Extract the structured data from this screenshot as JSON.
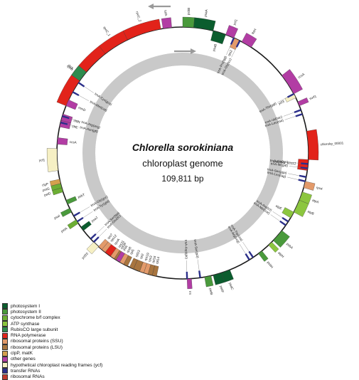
{
  "title": {
    "species": "Chlorella sorokiniana",
    "genome": "chloroplast genome",
    "size": "109,811 bp"
  },
  "colors": {
    "photosystem_I": "#0b5d2e",
    "photosystem_II": "#4a9a3c",
    "cytochrome_bf": "#6cae34",
    "atp_synthase": "#8cc63f",
    "rubisco": "#2e8b4e",
    "rna_polymerase": "#e2231a",
    "ribosomal_ssu": "#e39a6a",
    "ribosomal_lsu": "#a8753f",
    "clpP_matK": "#d4a04e",
    "other_genes": "#b23da4",
    "ycf": "#f6f0c4",
    "trna": "#2b2f8a",
    "rrna": "#c0392b"
  },
  "legend": [
    {
      "label": "photosystem I",
      "color": "#0b5d2e"
    },
    {
      "label": "photosystem II",
      "color": "#4a9a3c"
    },
    {
      "label": "cytochrome b/f complex",
      "color": "#6cae34"
    },
    {
      "label": "ATP synthase",
      "color": "#8cc63f"
    },
    {
      "label": "RubisCO large subunit",
      "color": "#2e8b4e"
    },
    {
      "label": "RNA polymerase",
      "color": "#e2231a"
    },
    {
      "label": "ribosomal proteins (SSU)",
      "color": "#e39a6a"
    },
    {
      "label": "ribosomal proteins (LSU)",
      "color": "#a8753f"
    },
    {
      "label": "clpP, matK",
      "color": "#d4a04e"
    },
    {
      "label": "other genes",
      "color": "#b23da4"
    },
    {
      "label": "hypothetical chloroplast reading frames (ycf)",
      "color": "#f6f0c4"
    },
    {
      "label": "transfer RNAs",
      "color": "#2b2f8a"
    },
    {
      "label": "ribosomal RNAs",
      "color": "#c0392b"
    }
  ],
  "genes": [
    {
      "name": "rpoB",
      "cat": "rna_polymerase",
      "start": 292,
      "end": 322,
      "side": "out"
    },
    {
      "name": "rpoC_1",
      "cat": "rna_polymerase",
      "start": 322,
      "end": 334,
      "side": "out"
    },
    {
      "name": "rpoC_2",
      "cat": "rna_polymerase",
      "start": 334,
      "end": 350,
      "side": "out"
    },
    {
      "name": "tufA",
      "cat": "other_genes",
      "start": 351,
      "end": 355,
      "side": "out"
    },
    {
      "name": "psbB",
      "cat": "photosystem_II",
      "start": 0,
      "end": 5,
      "side": "out"
    },
    {
      "name": "psaA",
      "cat": "photosystem_I",
      "start": 5,
      "end": 14,
      "side": "out"
    },
    {
      "name": "psaB",
      "cat": "photosystem_I",
      "start": 14,
      "end": 20,
      "side": "in"
    },
    {
      "name": "ycf1",
      "cat": "other_genes",
      "start": 20,
      "end": 24,
      "side": "out"
    },
    {
      "name": "rps2",
      "cat": "ribosomal_ssu",
      "start": 24,
      "end": 27,
      "side": "in"
    },
    {
      "name": "ftsH",
      "cat": "other_genes",
      "start": 28,
      "end": 33,
      "side": "out"
    },
    {
      "name": "ccsA",
      "cat": "other_genes",
      "start": 52,
      "end": 62,
      "side": "out"
    },
    {
      "name": "ycf3",
      "cat": "ycf",
      "start": 62,
      "end": 64,
      "side": "in"
    },
    {
      "name": "sorf1",
      "cat": "other_genes",
      "start": 66,
      "end": 68,
      "side": "out"
    },
    {
      "name": "chlorokp_00001",
      "cat": "rna_polymerase",
      "start": 80,
      "end": 93,
      "side": "out"
    },
    {
      "name": "chlorokp_00112",
      "cat": "rna_polymerase",
      "start": 93,
      "end": 98,
      "side": "in"
    },
    {
      "name": "rps4",
      "cat": "ribosomal_ssu",
      "start": 103,
      "end": 106,
      "side": "out"
    },
    {
      "name": "atpA",
      "cat": "atp_synthase",
      "start": 108,
      "end": 112,
      "side": "out"
    },
    {
      "name": "atpB",
      "cat": "atp_synthase",
      "start": 112,
      "end": 118,
      "side": "out"
    },
    {
      "name": "atpE",
      "cat": "atp_synthase",
      "start": 118,
      "end": 121,
      "side": "in"
    },
    {
      "name": "psbA",
      "cat": "photosystem_II",
      "start": 128,
      "end": 134,
      "side": "out"
    },
    {
      "name": "atpH",
      "cat": "atp_synthase",
      "start": 135,
      "end": 137,
      "side": "out"
    },
    {
      "name": "psbH",
      "cat": "photosystem_II",
      "start": 141,
      "end": 143,
      "side": "out"
    },
    {
      "name": "psaC",
      "cat": "photosystem_I",
      "start": 158,
      "end": 162,
      "side": "out"
    },
    {
      "name": "psbF",
      "cat": "photosystem_I",
      "start": 162,
      "end": 166,
      "side": "out"
    },
    {
      "name": "petB",
      "cat": "photosystem_II",
      "start": 167,
      "end": 170,
      "side": "out"
    },
    {
      "name": "rrs",
      "cat": "other_genes",
      "start": 176,
      "end": 178,
      "side": "out"
    },
    {
      "name": "rpl14",
      "cat": "ribosomal_lsu",
      "start": 192,
      "end": 194,
      "side": "in"
    },
    {
      "name": "rpl16",
      "cat": "ribosomal_lsu",
      "start": 194,
      "end": 196,
      "side": "in"
    },
    {
      "name": "rps3",
      "cat": "ribosomal_ssu",
      "start": 196,
      "end": 198,
      "side": "in"
    },
    {
      "name": "rps19",
      "cat": "ribosomal_ssu",
      "start": 198,
      "end": 200,
      "side": "in"
    },
    {
      "name": "rpl2",
      "cat": "ribosomal_lsu",
      "start": 200,
      "end": 203,
      "side": "in"
    },
    {
      "name": "rpl23",
      "cat": "ribosomal_lsu",
      "start": 203,
      "end": 205,
      "side": "in"
    },
    {
      "name": "rpl5",
      "cat": "ribosomal_lsu",
      "start": 206,
      "end": 208,
      "side": "in"
    },
    {
      "name": "rps8",
      "cat": "ribosomal_ssu",
      "start": 208,
      "end": 210,
      "side": "in"
    },
    {
      "name": "infA",
      "cat": "other_genes",
      "start": 210,
      "end": 212,
      "side": "in"
    },
    {
      "name": "rpl36",
      "cat": "ribosomal_lsu",
      "start": 212,
      "end": 213,
      "side": "in"
    },
    {
      "name": "rps11",
      "cat": "ribosomal_ssu",
      "start": 213,
      "end": 215,
      "side": "in"
    },
    {
      "name": "rpoA",
      "cat": "rna_polymerase",
      "start": 215,
      "end": 218,
      "side": "in"
    },
    {
      "name": "rps12",
      "cat": "ribosomal_ssu",
      "start": 218,
      "end": 220,
      "side": "in"
    },
    {
      "name": "rps7",
      "cat": "ribosomal_ssu",
      "start": 220,
      "end": 222,
      "side": "in"
    },
    {
      "name": "ycf20",
      "cat": "ycf",
      "start": 222,
      "end": 225,
      "side": "out"
    },
    {
      "name": "psaJ",
      "cat": "photosystem_I",
      "start": 232,
      "end": 234,
      "side": "in"
    },
    {
      "name": "petA",
      "cat": "cytochrome_bf",
      "start": 236,
      "end": 238,
      "side": "out"
    },
    {
      "name": "psaI",
      "cat": "photosystem_II",
      "start": 242,
      "end": 244,
      "side": "out"
    },
    {
      "name": "psbT",
      "cat": "photosystem_II",
      "start": 246,
      "end": 248,
      "side": "in"
    },
    {
      "name": "petD",
      "cat": "cytochrome_bf",
      "start": 252,
      "end": 254,
      "side": "out"
    },
    {
      "name": "petG",
      "cat": "cytochrome_bf",
      "start": 254,
      "end": 256,
      "side": "out"
    },
    {
      "name": "clpP",
      "cat": "clpP_matK",
      "start": 256,
      "end": 258,
      "side": "out"
    },
    {
      "name": "ycf1",
      "cat": "ycf",
      "start": 262,
      "end": 272,
      "side": "out"
    },
    {
      "name": "ccsA",
      "cat": "other_genes",
      "start": 274,
      "end": 277,
      "side": "in"
    },
    {
      "name": "chlL",
      "cat": "other_genes",
      "start": 282,
      "end": 285,
      "side": "in"
    },
    {
      "name": "chlN",
      "cat": "other_genes",
      "start": 285,
      "end": 288,
      "side": "in"
    },
    {
      "name": "minD",
      "cat": "other_genes",
      "start": 292,
      "end": 295,
      "side": "in"
    },
    {
      "name": "rbcL",
      "cat": "rubisco",
      "start": 305,
      "end": 310,
      "side": "out"
    }
  ],
  "trnas": [
    {
      "name": "trnA-Cys(gca)",
      "angle": 304
    },
    {
      "name": "trnA-Met(cat)",
      "angle": 299
    },
    {
      "name": "trnA-Arg(acg)",
      "angle": 287
    },
    {
      "name": "trnA-Asn(gtt)",
      "angle": 284
    },
    {
      "name": "trnA-Pro(tgg)",
      "angle": 24
    },
    {
      "name": "trnA-Gly(tcc)",
      "angle": 27
    },
    {
      "name": "trnA-Val(tac)",
      "angle": 70
    },
    {
      "name": "trnA-Leu(taa)",
      "angle": 72
    },
    {
      "name": "trnA-Thr(ggt)",
      "angle": 62
    },
    {
      "name": "trnA-Ala(tgc)",
      "angle": 95
    },
    {
      "name": "trnA-Ile(gat)",
      "angle": 97
    },
    {
      "name": "trnA-Ser(gga)",
      "angle": 101
    },
    {
      "name": "trnA-Leu(tag)",
      "angle": 103
    },
    {
      "name": "trnA-Arg(tct)",
      "angle": 123
    },
    {
      "name": "trnA-Met(cat)",
      "angle": 125
    },
    {
      "name": "trnA-Trp(cca)",
      "angle": 146
    },
    {
      "name": "trnA-Arg(ccg)",
      "angle": 148
    },
    {
      "name": "trnA-Ser(gct)",
      "angle": 172
    },
    {
      "name": "trnA-Asp(gtc)",
      "angle": 178
    },
    {
      "name": "trnA-Glu(ttc)",
      "angle": 225
    },
    {
      "name": "trnA-Ser(tga)",
      "angle": 227
    },
    {
      "name": "trnA-Tyr(gta)",
      "angle": 237
    },
    {
      "name": "trnA-Gly(gcc)",
      "angle": 240
    }
  ],
  "arrows": {
    "outer": "clockwise-reverse",
    "inner": "clockwise"
  }
}
